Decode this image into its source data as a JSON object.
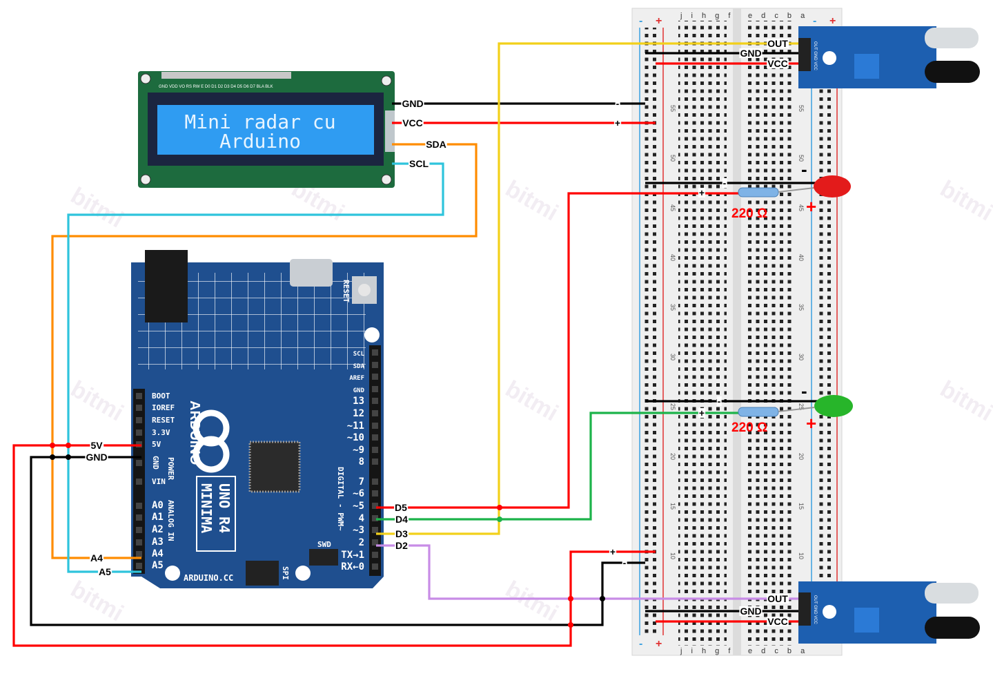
{
  "watermark": "bitmi",
  "lcd": {
    "pin_header": "GND VDD VO RS RW E D0 D1 D2 D3 D4 D5 D6 D7 BLA BLK",
    "line1": "Mini radar cu",
    "line2": "Arduino",
    "pins": {
      "gnd": "GND",
      "vcc": "VCC",
      "sda": "SDA",
      "scl": "SCL"
    }
  },
  "arduino": {
    "brand": "ARDUINO",
    "model_line1": "UNO R4",
    "model_line2": "MINIMA",
    "website": "ARDUINO.CC",
    "reset": "RESET",
    "power": "POWER",
    "analog": "ANALOG IN",
    "digital": "DIGITAL - PWM~",
    "swd": "SWD",
    "spi": "SPI",
    "left_pins": [
      "BOOT",
      "IOREF",
      "RESET",
      "3.3V",
      "5V",
      "GND",
      "VIN",
      "A0",
      "A1",
      "A2",
      "A3",
      "A4",
      "A5"
    ],
    "right_pins": [
      "SCL",
      "SDA",
      "AREF",
      "GND",
      "13",
      "12",
      "~11",
      "~10",
      "~9",
      "8",
      "7",
      "~6",
      "~5",
      "4",
      "~3",
      "2",
      "TX→1",
      "RX←0"
    ]
  },
  "wire_labels": {
    "five_v": "5V",
    "gnd": "GND",
    "a4": "A4",
    "a5": "A5",
    "d5": "D5",
    "d4": "D4",
    "d3": "D3",
    "d2": "D2",
    "plus": "+",
    "minus": "-"
  },
  "sensor_top": {
    "out": "OUT",
    "gnd": "GND",
    "vcc": "VCC",
    "pcb_text": "OUT GND VCC"
  },
  "sensor_bottom": {
    "out": "OUT",
    "gnd": "GND",
    "vcc": "VCC",
    "pcb_text": "OUT GND VCC"
  },
  "led_red": {
    "resistor": "220 Ω",
    "minus": "-",
    "plus": "+",
    "color": "#e31b1b"
  },
  "led_green": {
    "resistor": "220 Ω",
    "minus": "-",
    "plus": "+",
    "color": "#27b52a"
  },
  "breadboard": {
    "rail_minus": "-",
    "rail_plus": "+",
    "cols_left": "j i h g f",
    "cols_right": "e d c b a",
    "row_numbers": [
      "55",
      "50",
      "45",
      "40",
      "35",
      "30",
      "25",
      "20",
      "15",
      "10"
    ]
  },
  "colors": {
    "gnd": "#000000",
    "vcc": "#ff0000",
    "sda": "#ff8c00",
    "scl": "#2ec4dc",
    "d3": "#f2d01a",
    "d4": "#1cb34a",
    "d2": "#c88ce6",
    "d5": "#ff0000",
    "pcb_blue": "#1f4f8f",
    "lcd_green": "#1d6b3e",
    "lcd_screen": "#2f9cf2"
  }
}
